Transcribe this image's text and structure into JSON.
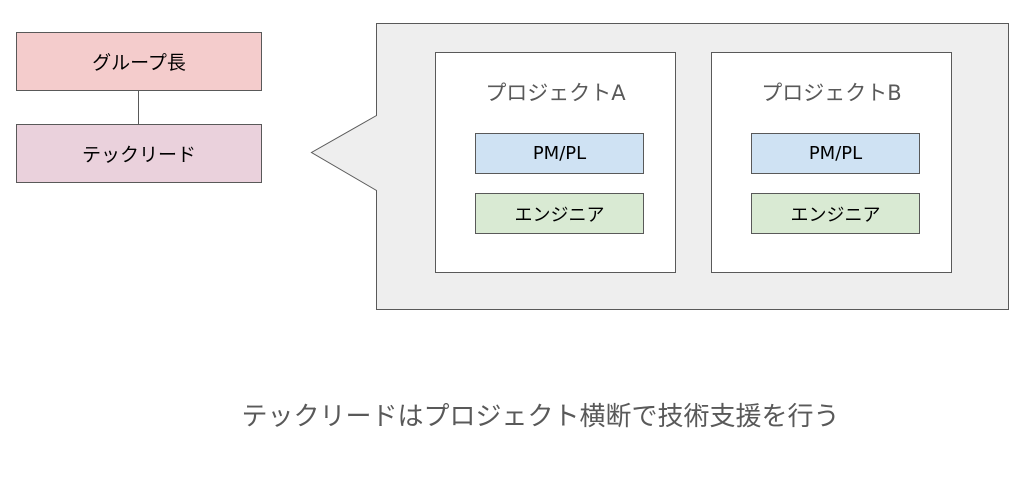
{
  "org": {
    "group_leader": "グループ長",
    "tech_lead": "テックリード"
  },
  "projects": [
    {
      "title": "プロジェクトA",
      "roles": [
        "PM/PL",
        "エンジニア"
      ]
    },
    {
      "title": "プロジェクトB",
      "roles": [
        "PM/PL",
        "エンジニア"
      ]
    }
  ],
  "caption": "テックリードはプロジェクト横断で技術支援を行う",
  "colors": {
    "group_leader_fill": "#f4cccc",
    "tech_lead_fill": "#ead1dc",
    "pm_fill": "#cfe2f3",
    "engineer_fill": "#d9ead3",
    "callout_fill": "#eeeeee",
    "stroke": "#595959"
  }
}
